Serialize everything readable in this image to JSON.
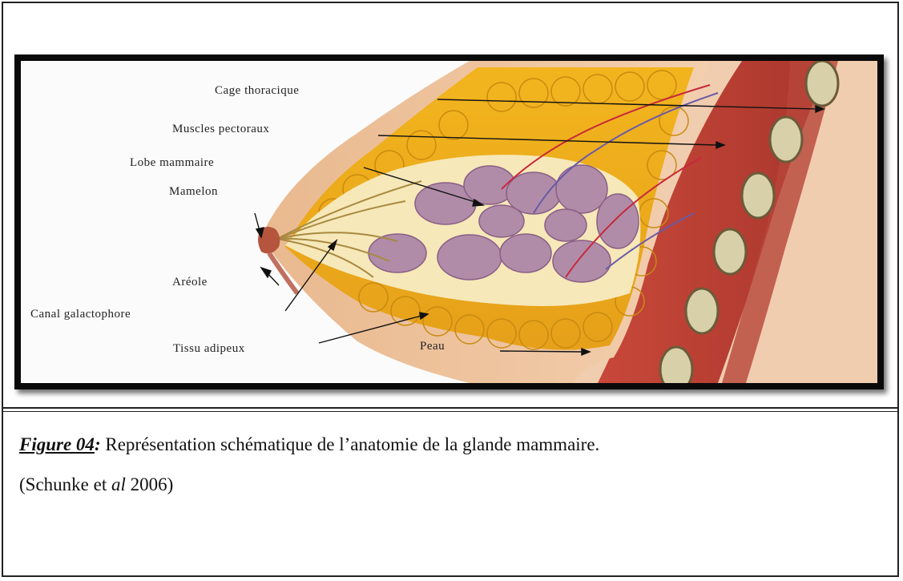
{
  "figure": {
    "labels": {
      "cage": "Cage thoracique",
      "muscles": "Muscles pectoraux",
      "lobe": "Lobe mammaire",
      "mamelon": "Mamelon",
      "areole": "Aréole",
      "canal": "Canal galactophore",
      "tissu": "Tissu adipeux",
      "peau": "Peau"
    }
  },
  "caption": {
    "figure_label": "Figure 04",
    "colon": ":",
    "text": " Représentation schématique de l’anatomie de la glande mammaire.",
    "citation_open": "(Schunke et ",
    "citation_italic": "al",
    "citation_close": " 2006)"
  }
}
